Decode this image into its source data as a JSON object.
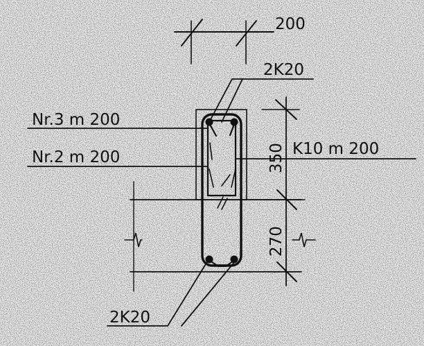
{
  "labels": {
    "top_dim": "200",
    "top_bars": "2K20",
    "stirrup_upper": "Nr.3 m 200",
    "stirrup_lower": "Nr.2 m 200",
    "right_bar": "K10 m 200",
    "dim_upper": "350",
    "dim_lower": "270",
    "bottom_bars": "2K20"
  },
  "colors": {
    "ink": "#111111",
    "paper": "#f4f4f4"
  }
}
